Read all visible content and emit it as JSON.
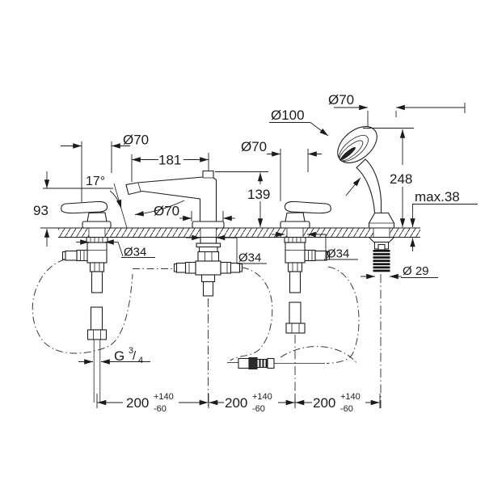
{
  "drawing": {
    "type": "installation-dimension-drawing",
    "product": "4-hole deck mounted bath combination with hand shower",
    "units": "mm",
    "labels": {
      "handle_left_escutcheon_diameter": "Ø70",
      "spout_reach": "181",
      "spout_swivel_angle": "17°",
      "handle_height_above_deck": "93",
      "spout_base_escutcheon_diameter": "Ø70",
      "spout_height_above_deck": "139",
      "handle_right_escutcheon_diameter": "Ø70",
      "hand_shower_head_diameter": "Ø100",
      "hand_shower_escutcheon_diameter": "Ø70",
      "hand_shower_height": "248",
      "deck_max_thickness": "max.38",
      "shank_diameter_left": "Ø34",
      "shank_diameter_middle": "Ø34",
      "shank_diameter_right": "Ø34",
      "hose_guide_diameter": "Ø 29",
      "thread_letter": "G",
      "thread_numerator": "3",
      "thread_slash": "/",
      "thread_denominator": "4",
      "hole_spacing": "200",
      "hole_spacing_plus_tol": "+140",
      "hole_spacing_minus_tol": "-60"
    }
  }
}
